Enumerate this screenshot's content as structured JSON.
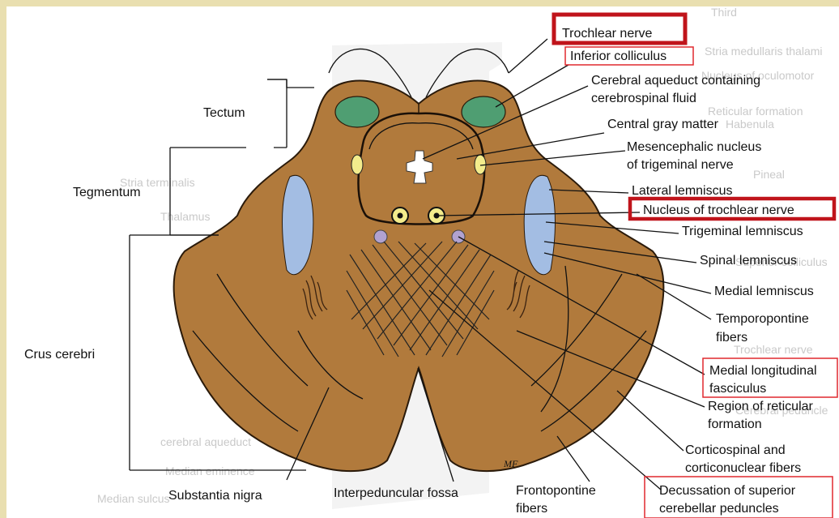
{
  "labels": {
    "tectum": "Tectum",
    "tegmentum": "Tegmentum",
    "crus_cerebri": "Crus cerebri",
    "substantia_nigra": "Substantia nigra",
    "interpeduncular_fossa": "Interpeduncular fossa",
    "frontopontine_1": "Frontopontine",
    "frontopontine_2": "fibers",
    "trochlear_nerve": "Trochlear nerve",
    "inferior_colliculus": "Inferior colliculus",
    "aqueduct_1": "Cerebral aqueduct containing",
    "aqueduct_2": "cerebrospinal fluid",
    "central_gray": "Central gray matter",
    "mesencephalic_1": "Mesencephalic nucleus",
    "mesencephalic_2": "of trigeminal nerve",
    "lateral_lemniscus": "Lateral lemniscus",
    "nucleus_trochlear": "Nucleus of trochlear nerve",
    "trigeminal_lemniscus": "Trigeminal lemniscus",
    "spinal_lemniscus": "Spinal lemniscus",
    "medial_lemniscus": "Medial lemniscus",
    "temporopontine_1": "Temporopontine",
    "temporopontine_2": "fibers",
    "mlf_1": "Medial longitudinal",
    "mlf_2": "fasciculus",
    "reticular_1": "Region of reticular",
    "reticular_2": "formation",
    "corticospinal_1": "Corticospinal and",
    "corticospinal_2": "corticonuclear fibers",
    "decussation_1": "Decussation of superior",
    "decussation_2": "cerebellar peduncles",
    "signature": "MF"
  },
  "background_text": {
    "bg_1": "Third",
    "bg_2": "Stria medullaris thalami",
    "bg_3": "Nucleus of oculomotor",
    "bg_4": "Reticular formation",
    "bg_5": "Habenula",
    "bg_6": "Stria terminalis",
    "bg_7": "Pineal",
    "bg_8": "Thalamus",
    "bg_9": "Superior colliculus",
    "bg_10": "Trochlear nerve",
    "bg_11": "Cerebral peduncle",
    "bg_12": "Median eminence",
    "bg_13": "Median sulcus",
    "bg_14": "cerebral aqueduct"
  },
  "colors": {
    "page_border": "#e9dfb0",
    "midbrain_fill": "#b17a3c",
    "colliculus_green": "#4f9e72",
    "lemniscus_blue": "#a3bde3",
    "nucleus_yellow": "#f3ec8c",
    "mlf_purple": "#b1a2d0",
    "highlight_thick": "#c0141b",
    "highlight_thin": "#e0292f"
  }
}
